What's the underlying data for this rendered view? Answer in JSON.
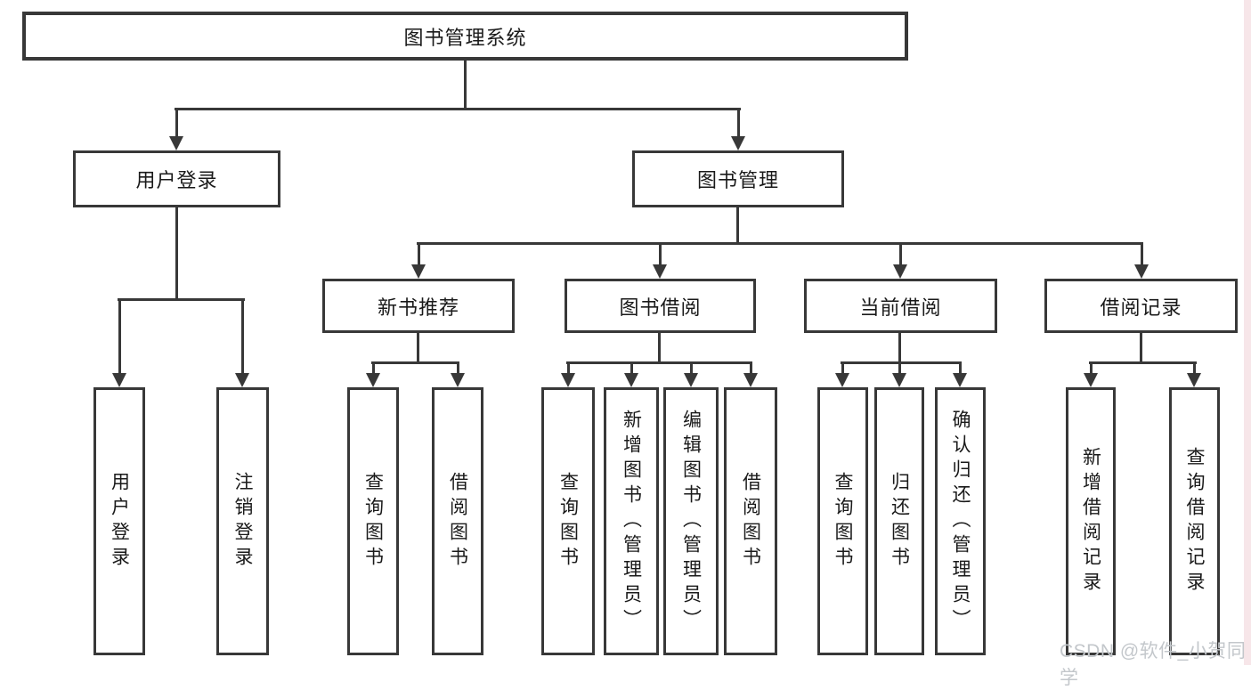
{
  "tree": {
    "root": {
      "label": "图书管理系统"
    },
    "level2": [
      {
        "label": "用户登录"
      },
      {
        "label": "图书管理"
      }
    ],
    "level3": [
      {
        "label": "新书推荐"
      },
      {
        "label": "图书借阅"
      },
      {
        "label": "当前借阅"
      },
      {
        "label": "借阅记录"
      }
    ],
    "leaves": {
      "user_login": [
        {
          "label": "用户登录"
        },
        {
          "label": "注销登录"
        }
      ],
      "new_book": [
        {
          "label": "查询图书"
        },
        {
          "label": "借阅图书"
        }
      ],
      "book_borrow": [
        {
          "label": "查询图书"
        },
        {
          "label": "新增图书（管理员）"
        },
        {
          "label": "编辑图书（管理员）"
        },
        {
          "label": "借阅图书"
        }
      ],
      "current_borrow": [
        {
          "label": "查询图书"
        },
        {
          "label": "归还图书"
        },
        {
          "label": "确认归还（管理员）"
        }
      ],
      "borrow_record": [
        {
          "label": "新增借阅记录"
        },
        {
          "label": "查询借阅记录"
        }
      ]
    }
  },
  "watermark": {
    "text": "CSDN @软件_小贺同学"
  },
  "colors": {
    "line": "#383838",
    "text": "#1a1a1a",
    "watermark": "#c3c7cb",
    "right_strip": "#f7e6e9",
    "background": "#ffffff"
  }
}
